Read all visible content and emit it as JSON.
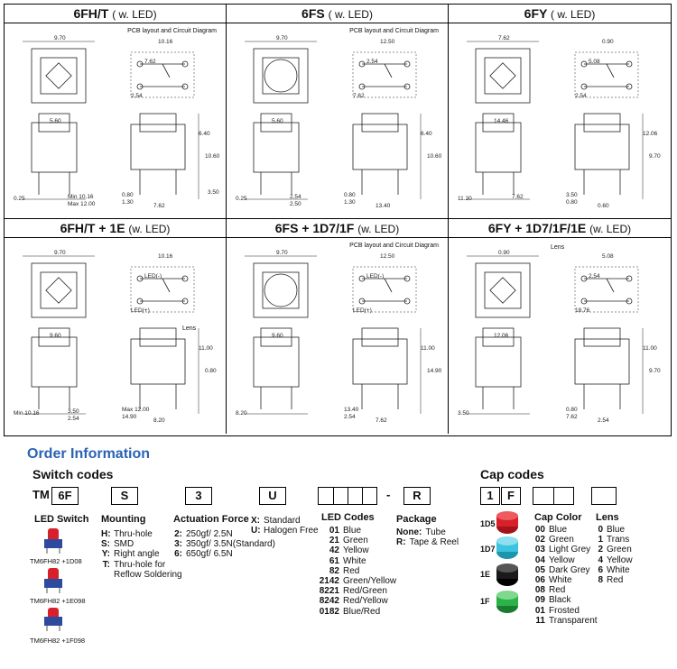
{
  "panels": [
    {
      "title": "6FH/T",
      "sub": "( w. LED)",
      "pcb": "PCB layout and Circuit Diagram",
      "dims": [
        "9.70",
        "10.16",
        "7.62",
        "2.54",
        "5.60",
        "6.40",
        "10.60",
        "0.25",
        "0.80",
        "1.30",
        "7.62",
        "Min 10.16",
        "Max 12.00",
        "3.50"
      ],
      "lens": ""
    },
    {
      "title": "6FS",
      "sub": "( w. LED)",
      "pcb": "PCB layout and Circuit Diagram",
      "dims": [
        "9.70",
        "12.50",
        "2.54",
        "7.62",
        "5.60",
        "6.40",
        "10.60",
        "0.25",
        "0.80",
        "1.30",
        "13.40",
        "2.54",
        "2.50"
      ],
      "lens": ""
    },
    {
      "title": "6FY",
      "sub": "( w. LED)",
      "pcb": "",
      "dims": [
        "7.62",
        "0.90",
        "5.08",
        "2.54",
        "14.46",
        "12.06",
        "9.70",
        "11.20",
        "3.50",
        "0.80",
        "0.60",
        "7.62"
      ],
      "lens": ""
    },
    {
      "title": "6FH/T + 1E",
      "sub": "(w. LED)",
      "pcb": "",
      "dims": [
        "9.70",
        "10.16",
        "LED(-)",
        "LED(+)",
        "9.60",
        "11.00",
        "0.80",
        "Min 10.16",
        "Max 12.00",
        "14.90",
        "8.20",
        "3.50",
        "2.54"
      ],
      "lens": "Lens"
    },
    {
      "title": "6FS + 1D7/1F",
      "sub": "(w. LED)",
      "pcb": "PCB layout and Circuit Diagram",
      "dims": [
        "9.70",
        "12.50",
        "LED(-)",
        "LED(+)",
        "9.60",
        "11.00",
        "14.90",
        "8.20",
        "13.40",
        "2.54",
        "7.62"
      ],
      "lens": ""
    },
    {
      "title": "6FY + 1D7/1F/1E",
      "sub": "(w. LED)",
      "pcb": "",
      "dims": [
        "0.90",
        "5.08",
        "2.54",
        "18.76",
        "12.06",
        "11.00",
        "9.70",
        "3.50",
        "0.80",
        "7.62",
        "2.54"
      ],
      "lens": "Lens"
    }
  ],
  "order": {
    "title": "Order Information",
    "switch_codes": "Switch codes",
    "cap_codes": "Cap codes",
    "code_parts": [
      "TM",
      "6F",
      "S",
      "3",
      "U",
      "",
      "-",
      "R",
      "1",
      "F",
      ""
    ],
    "led_switch": {
      "title": "LED Switch",
      "images": [
        "TM6FH82 +1D08",
        "TM6FH82 +1E098",
        "TM6FH82 +1F098"
      ]
    },
    "mounting": {
      "title": "Mounting",
      "items": [
        [
          "H:",
          "Thru-hole"
        ],
        [
          "S:",
          "SMD"
        ],
        [
          "Y:",
          "Right angle"
        ],
        [
          "T:",
          "Thru-hole for"
        ],
        [
          "",
          "Reflow Soldering"
        ]
      ]
    },
    "actuation": {
      "title": "Actuation Force",
      "items": [
        [
          "2:",
          "250gf/ 2.5N"
        ],
        [
          "3:",
          "350gf/ 3.5N(Standard)"
        ],
        [
          "6:",
          "650gf/ 6.5N"
        ]
      ]
    },
    "standard": {
      "items": [
        [
          "X:",
          "Standard"
        ],
        [
          "U:",
          "Halogen Free"
        ]
      ]
    },
    "led_codes": {
      "title": "LED Codes",
      "items": [
        [
          "01",
          "Blue"
        ],
        [
          "21",
          "Green"
        ],
        [
          "42",
          "Yellow"
        ],
        [
          "61",
          "White"
        ],
        [
          "82",
          "Red"
        ],
        [
          "2142",
          "Green/Yellow"
        ],
        [
          "8221",
          "Red/Green"
        ],
        [
          "8242",
          "Red/Yellow"
        ],
        [
          "0182",
          "Blue/Red"
        ]
      ]
    },
    "package": {
      "title": "Package",
      "items": [
        [
          "None:",
          "Tube"
        ],
        [
          "R:",
          "Tape & Reel"
        ]
      ]
    },
    "cap_images": [
      "1D5",
      "1D7",
      "1E",
      "1F"
    ],
    "cap_color": {
      "title": "Cap Color",
      "items": [
        [
          "00",
          "Blue"
        ],
        [
          "02",
          "Green"
        ],
        [
          "03",
          "Light Grey"
        ],
        [
          "04",
          "Yellow"
        ],
        [
          "05",
          "Dark Grey"
        ],
        [
          "06",
          "White"
        ],
        [
          "08",
          "Red"
        ],
        [
          "09",
          "Black"
        ],
        [
          "01",
          "Frosted"
        ],
        [
          "11",
          "Transparent"
        ]
      ]
    },
    "lens": {
      "title": "Lens",
      "items": [
        [
          "0",
          "Blue"
        ],
        [
          "1",
          "Trans"
        ],
        [
          "2",
          "Green"
        ],
        [
          "4",
          "Yellow"
        ],
        [
          "6",
          "White"
        ],
        [
          "8",
          "Red"
        ]
      ]
    }
  },
  "colors": {
    "title_blue": "#2a63b5",
    "cap_red": "#d8202a",
    "cap_cyan": "#3bc3e0",
    "cap_black": "#1a1a1a",
    "cap_green": "#2bb34a"
  }
}
